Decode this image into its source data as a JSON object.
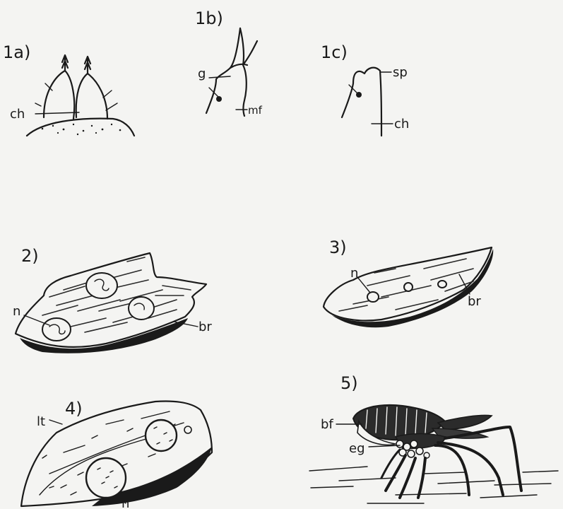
{
  "figures": {
    "f1a": {
      "label": "1a)",
      "parts": {
        "ch": "ch"
      }
    },
    "f1b": {
      "label": "1b)",
      "parts": {
        "g": "g",
        "mf": "mf"
      }
    },
    "f1c": {
      "label": "1c)",
      "parts": {
        "sp": "sp",
        "ch": "ch"
      }
    },
    "f2": {
      "label": "2)",
      "parts": {
        "n": "n",
        "br": "br"
      }
    },
    "f3": {
      "label": "3)",
      "parts": {
        "n": "n",
        "br": "br"
      }
    },
    "f4": {
      "label": "4)",
      "parts": {
        "lt": "lt",
        "n": "n"
      }
    },
    "f5": {
      "label": "5)",
      "parts": {
        "bf": "bf",
        "eg": "eg"
      }
    }
  }
}
